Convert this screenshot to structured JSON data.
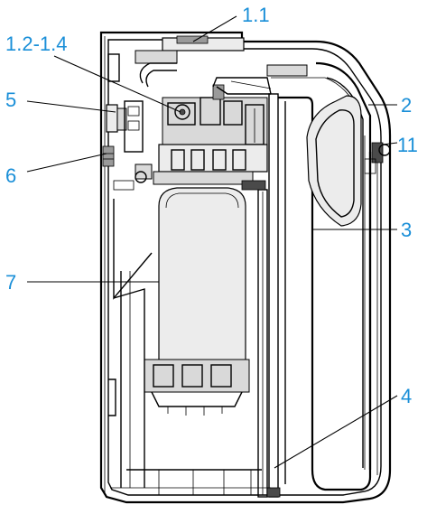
{
  "diagram": {
    "labels": {
      "l_1_1": "1.1",
      "l_1_2_1_4": "1.2-1.4",
      "l_2": "2",
      "l_3": "3",
      "l_4": "4",
      "l_5": "5",
      "l_6": "6",
      "l_7": "7",
      "l_11": "11"
    },
    "colors": {
      "callout": "#1a8fd8",
      "line": "#000000",
      "fill": "#d9d9d9"
    }
  }
}
